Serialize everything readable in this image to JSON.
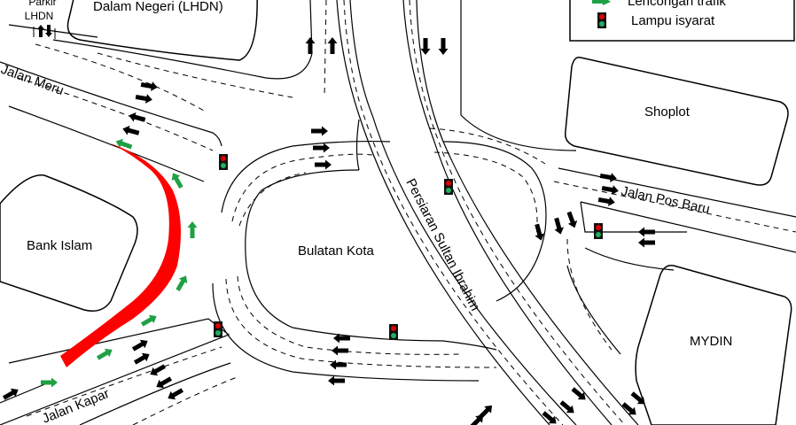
{
  "labels": {
    "parking": "Parkir",
    "parking_sub": "LHDN",
    "lhdn": "Dalam Negeri (LHDN)",
    "jalan_meru": "Jalan Meru",
    "bank_islam": "Bank Islam",
    "jalan_kapar": "Jalan Kapar",
    "bulatan_kota": "Bulatan Kota",
    "persiaran": "Persiaran Sultan Ibrahim",
    "shoplot": "Shoplot",
    "jalan_pos_baru": "Jalan Pos Baru",
    "mydin": "MYDIN"
  },
  "legend": {
    "items": [
      {
        "label": "Lencongan trafik",
        "icon": "green-arrow-icon"
      },
      {
        "label": "Lampu isyarat",
        "icon": "traffic-light-icon"
      }
    ]
  },
  "colors": {
    "closure": "#ff0000",
    "detour": "#1fa045",
    "light_red": "#e00000",
    "light_green": "#20b060"
  }
}
